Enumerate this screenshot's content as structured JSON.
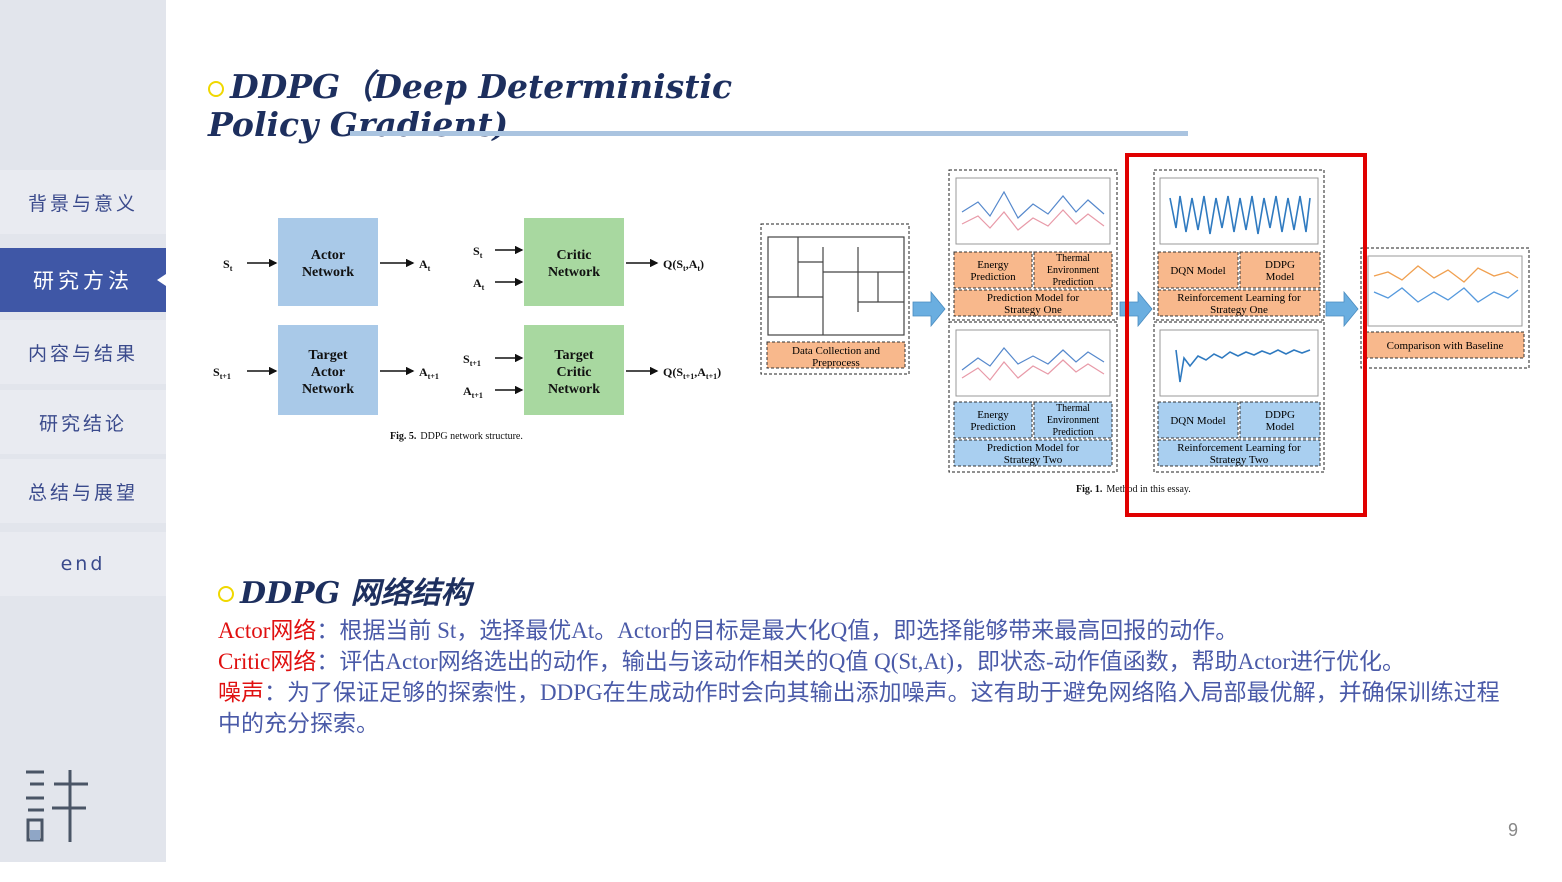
{
  "sidebar": {
    "items": [
      {
        "label": "背景与意义",
        "active": false
      },
      {
        "label": "研究方法",
        "active": true
      },
      {
        "label": "内容与结果",
        "active": false
      },
      {
        "label": "研究结论",
        "active": false
      },
      {
        "label": "总结与展望",
        "active": false
      },
      {
        "label": "end",
        "active": false
      }
    ]
  },
  "slide": {
    "title": "DDPG（Deep Deterministic Policy Gradient)",
    "page_number": "9"
  },
  "fig_left": {
    "s_t": "S",
    "s_t_sub": "t",
    "a_t": "A",
    "a_t_sub": "t",
    "s_t1": "S",
    "s_t1_sub": "t+1",
    "a_t1": "A",
    "a_t1_sub": "t+1",
    "actor_network": [
      "Actor",
      "Network"
    ],
    "critic_network": [
      "Critic",
      "Network"
    ],
    "target_actor_network": [
      "Target",
      "Actor",
      "Network"
    ],
    "target_critic_network": [
      "Target",
      "Critic",
      "Network"
    ],
    "q_top": "Q(S",
    "q_top_sub1": "t",
    "q_top_mid": ",A",
    "q_top_sub2": "t",
    "q_bottom": "Q(S",
    "q_bottom_sub1": "t+1",
    "q_bottom_mid": ",A",
    "q_bottom_sub2": "t+1",
    "caption_bold": "Fig. 5.",
    "caption": "DDPG network structure."
  },
  "fig_right": {
    "data_collection": [
      "Data Collection and",
      "Preprocess"
    ],
    "energy_prediction": [
      "Energy",
      "Prediction"
    ],
    "thermal_prediction": [
      "Thermal",
      "Environment",
      "Prediction"
    ],
    "strategy_one_pred": [
      "Prediction Model for",
      "Strategy One"
    ],
    "strategy_two_pred": [
      "Prediction Model for",
      "Strategy Two"
    ],
    "dqn_model": "DQN Model",
    "ddpg_model": [
      "DDPG",
      "Model"
    ],
    "rl_strategy_one": [
      "Reinforcement Learning for",
      "Strategy One"
    ],
    "rl_strategy_two": [
      "Reinforcement Learning for",
      "Strategy Two"
    ],
    "comparison": "Comparison with Baseline",
    "caption_bold": "Fig. 1.",
    "caption": "Method in this essay."
  },
  "section": {
    "heading": "DDPG 网络结构",
    "paragraphs": [
      {
        "term": "Actor网络",
        "text": "：根据当前 St，选择最优At。Actor的目标是最大化Q值，即选择能够带来最高回报的动作。"
      },
      {
        "term": "Critic网络",
        "text": "：评估Actor网络选出的动作，输出与该动作相关的Q值 Q(St,At)，即状态-动作值函数，帮助Actor进行优化。"
      },
      {
        "term": "噪声",
        "text": "：为了保证足够的探索性，DDPG在生成动作时会向其输出添加噪声。这有助于避免网络陷入局部最优解，并确保训练过程中的充分探索。"
      }
    ]
  },
  "colors": {
    "sidebar_active": "#3f57a6",
    "title": "#1d2f5e",
    "body_text": "#4a5aa8",
    "term": "#e01010",
    "highlight_box": "#e00000",
    "network_blue": "#a9c9e8",
    "network_green": "#a8d8a0",
    "orange_box": "#f8b88c",
    "blue_box": "#a9cff0"
  }
}
